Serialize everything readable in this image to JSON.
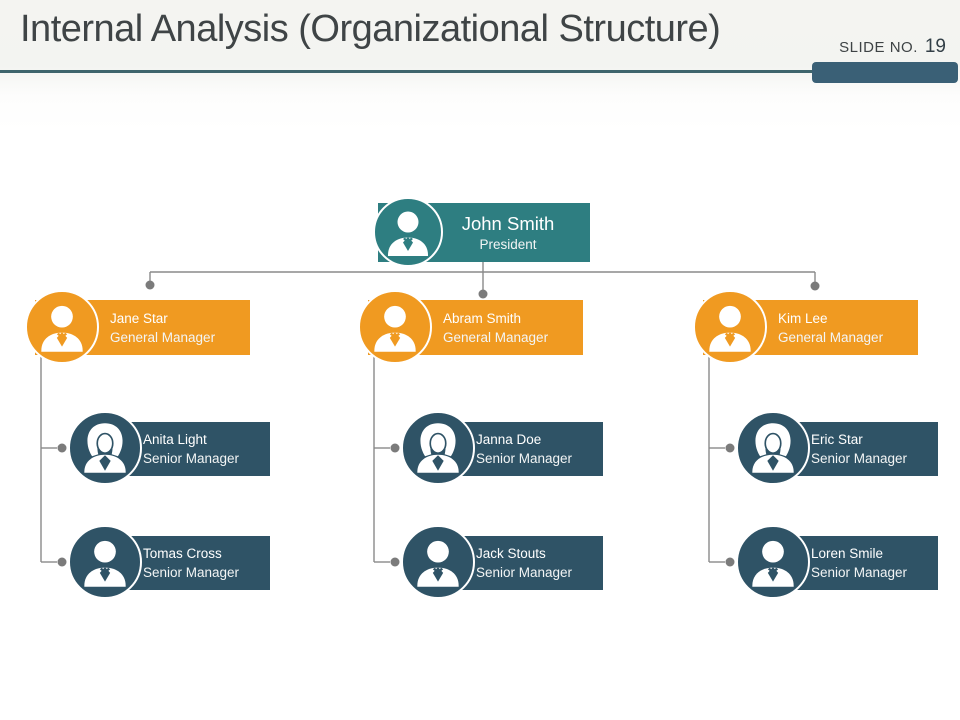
{
  "slide": {
    "title": "Internal Analysis (Organizational Structure)",
    "slide_no_label": "SLIDE NO.",
    "slide_no_value": "19"
  },
  "org": {
    "president": {
      "name": "John Smith",
      "role": "President",
      "icon": "male-person-icon"
    },
    "columns": [
      {
        "manager": {
          "name": "Jane Star",
          "role": "General Manager",
          "icon": "male-person-icon"
        },
        "reports": [
          {
            "name": "Anita Light",
            "role": "Senior Manager",
            "icon": "female-person-icon"
          },
          {
            "name": "Tomas Cross",
            "role": "Senior Manager",
            "icon": "male-person-icon"
          }
        ]
      },
      {
        "manager": {
          "name": "Abram Smith",
          "role": "General Manager",
          "icon": "male-person-icon"
        },
        "reports": [
          {
            "name": "Janna Doe",
            "role": "Senior Manager",
            "icon": "female-person-icon"
          },
          {
            "name": "Jack Stouts",
            "role": "Senior Manager",
            "icon": "male-person-icon"
          }
        ]
      },
      {
        "manager": {
          "name": "Kim Lee",
          "role": "General Manager",
          "icon": "male-person-icon"
        },
        "reports": [
          {
            "name": "Eric Star",
            "role": "Senior Manager",
            "icon": "female-person-icon"
          },
          {
            "name": "Loren Smile",
            "role": "Senior Manager",
            "icon": "male-person-icon"
          }
        ]
      }
    ]
  },
  "colors": {
    "president_box": "#2e7e81",
    "manager_box": "#f09a21",
    "senior_manager_box": "#2f5366",
    "connector_line": "#8a8a8a",
    "connector_dot": "#7b7b7b",
    "divider_line": "#3e656c",
    "divider_tab": "#3a6076",
    "title_text": "#3f4446"
  }
}
